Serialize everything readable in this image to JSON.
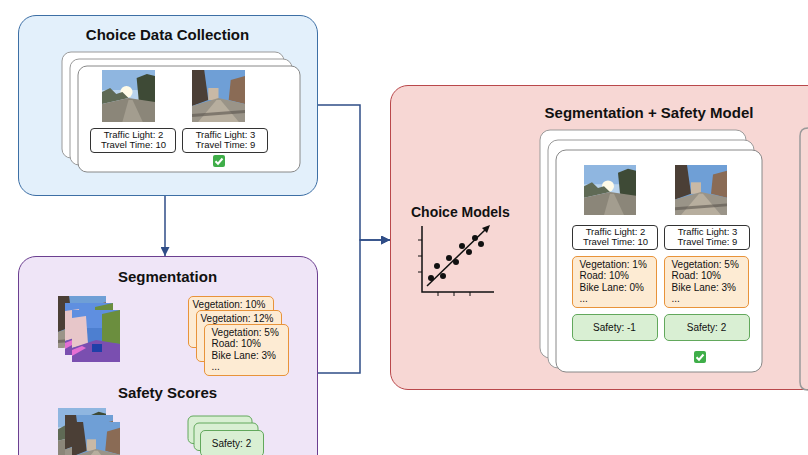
{
  "diagram": {
    "nodes": [
      {
        "text": [
          "Choice Data Collection"
        ]
      },
      {
        "text": [
          "Traffic Light: 2 Travel Time: 10"
        ],
        "in": 0
      },
      {
        "text": [
          "Traffic Light: 3 Travel Time: 9"
        ],
        "in": 0
      },
      {
        "text": [
          "Segmentation",
          "Safety Scores"
        ]
      },
      {
        "text": [
          "Vegetation: 10%"
        ],
        "in": 3
      },
      {
        "text": [
          "Vegetation: 12%"
        ],
        "in": 3
      },
      {
        "text": [
          "Vegetation: 5% Road: 10% Bike Lane: 3% ..."
        ],
        "in": 3
      },
      {
        "text": [
          "Safety: 2"
        ],
        "in": 3
      },
      {
        "text": [
          "Segmentation + Safety Model",
          "Choice Models"
        ]
      },
      {
        "text": [
          "Traffic Light: 2 Travel Time: 10"
        ],
        "in": 8
      },
      {
        "text": [
          "Traffic Light: 3 Travel Time: 9"
        ],
        "in": 8
      },
      {
        "text": [
          "Vegetation: 1% Road: 10% Bike Lane: 0% ..."
        ],
        "in": 8
      },
      {
        "text": [
          "Vegetation: 5% Road: 10% Bike Lane: 3% ..."
        ],
        "in": 8
      },
      {
        "text": [
          "Safety: -1"
        ],
        "in": 8
      },
      {
        "text": [
          "Safety: 2"
        ],
        "in": 8
      }
    ],
    "edges": [
      {
        "from": 0,
        "to": 3,
        "arrow": "to"
      },
      {
        "from": 0,
        "to": 8,
        "arrow": "to"
      },
      {
        "from": 3,
        "to": 8,
        "arrow": "to"
      }
    ]
  }
}
